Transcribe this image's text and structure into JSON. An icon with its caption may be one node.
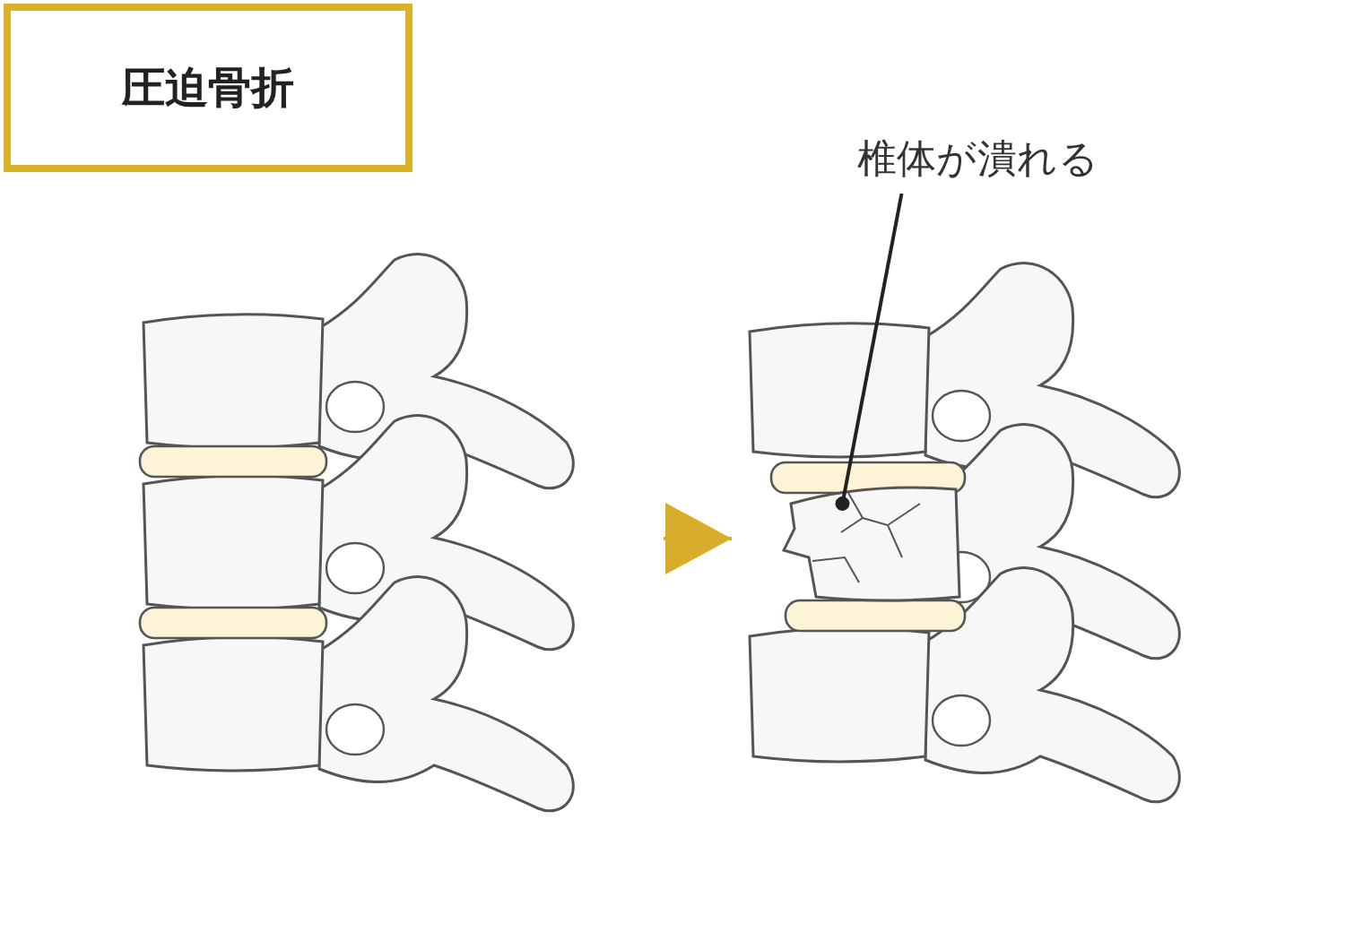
{
  "diagram": {
    "title": "圧迫骨折",
    "nodes": [
      {
        "text": [],
        "shape": "picture"
      },
      {
        "text": [],
        "shape": "picture"
      },
      {
        "text": [
          "椎体が潰れる"
        ]
      },
      {
        "text": [],
        "shape": "picture",
        "in": 1
      }
    ],
    "edges": [
      {
        "from": 0,
        "to": 1,
        "arrow": "to"
      },
      {
        "from": 2,
        "to": 3,
        "arrow": "other",
        "color": "#222222"
      }
    ]
  }
}
